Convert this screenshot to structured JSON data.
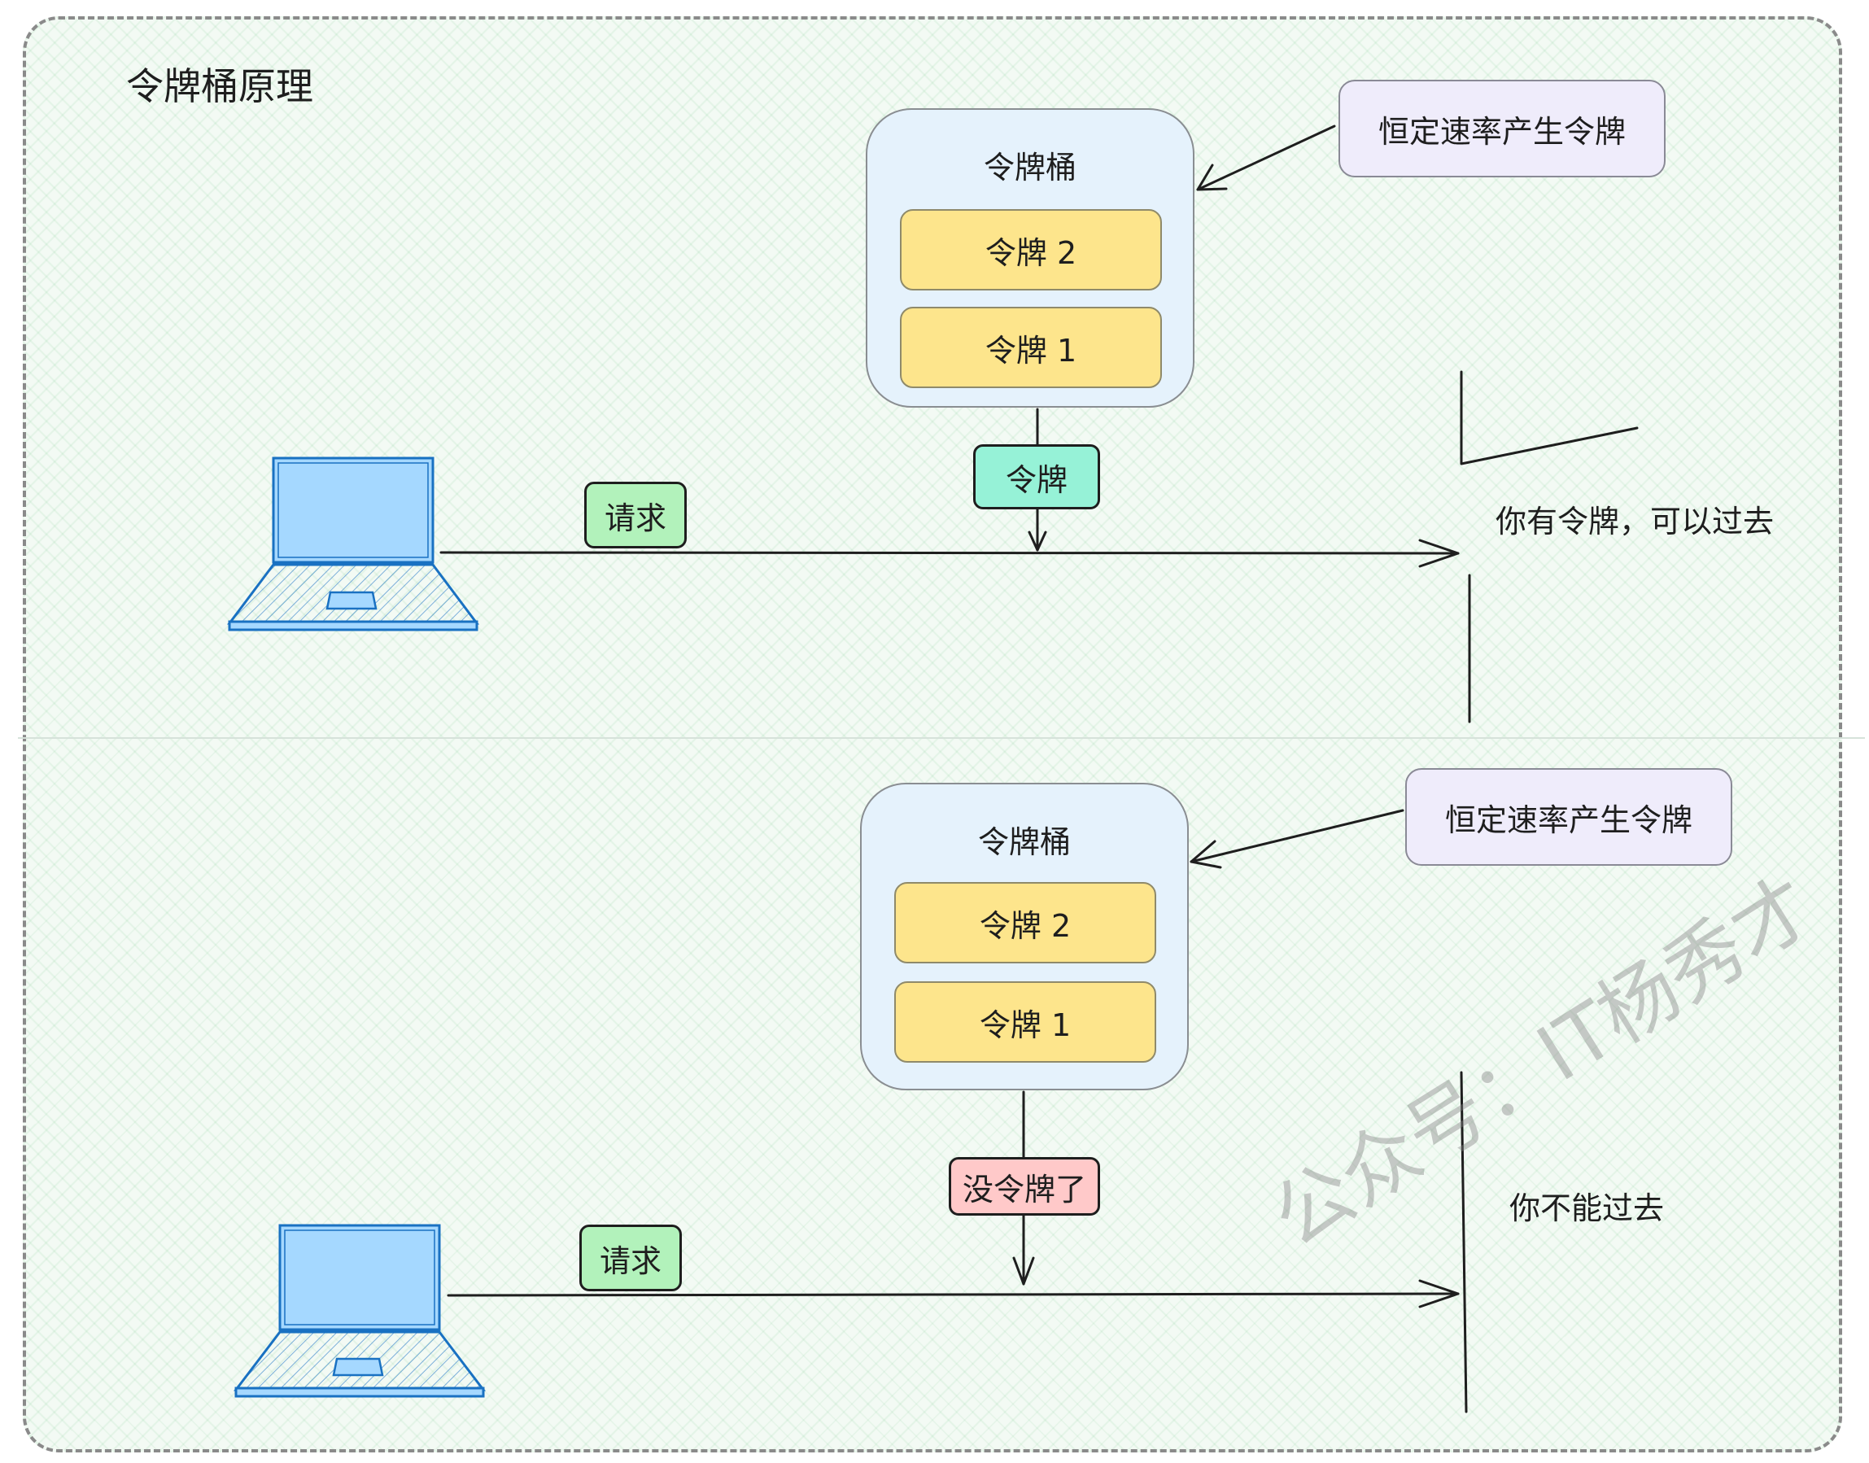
{
  "title": "令牌桶原理",
  "sections": [
    {
      "bucket_label": "令牌桶",
      "tokens": [
        "令牌 2",
        "令牌 1"
      ],
      "rate_label": "恒定速率产生令牌",
      "request_label": "请求",
      "token_tag": "令牌",
      "result": "你有令牌，可以过去"
    },
    {
      "bucket_label": "令牌桶",
      "tokens": [
        "令牌 2",
        "令牌 1"
      ],
      "rate_label": "恒定速率产生令牌",
      "request_label": "请求",
      "token_tag": "没令牌了",
      "result": "你不能过去"
    }
  ],
  "watermark": "公众号：IT杨秀才",
  "colors": {
    "bucket_fill": "#e5f2fc",
    "token_fill": "#fde58c",
    "rate_fill": "#efecfb",
    "request_fill": "#b2f2bb",
    "token_tag_fill": "#96f2d7",
    "no_token_fill": "#ffc9c9",
    "laptop_blue": "#a5d8ff",
    "laptop_stroke": "#1971c2"
  },
  "icons": [
    "laptop-icon"
  ]
}
